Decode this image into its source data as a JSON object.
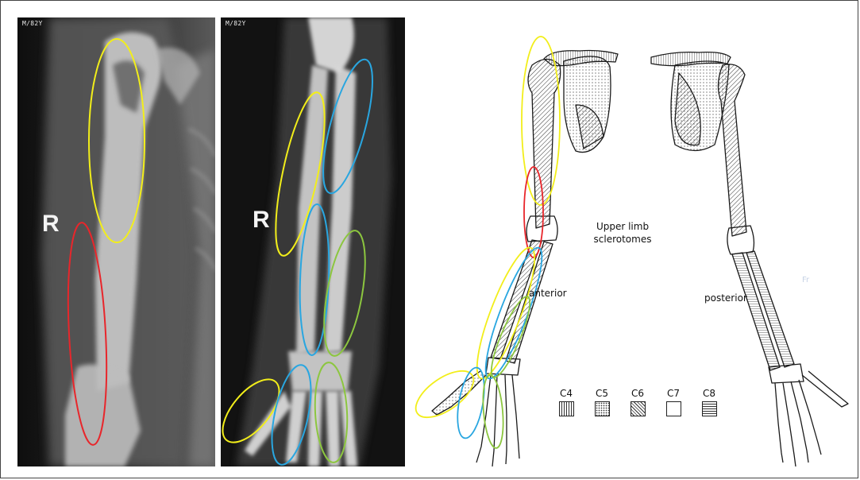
{
  "xray_left": {
    "patient_id": "M/82Y",
    "side_marker": "R"
  },
  "xray_right": {
    "patient_id": "M/82Y",
    "side_marker": "R"
  },
  "diagram": {
    "title": "Upper limb sclerotomes",
    "anterior_label": "anterior",
    "posterior_label": "posterior",
    "faint_text": "Fr",
    "legend": [
      {
        "label": "C4",
        "pattern": "vertical-lines"
      },
      {
        "label": "C5",
        "pattern": "dots"
      },
      {
        "label": "C6",
        "pattern": "diagonal-lines"
      },
      {
        "label": "C7",
        "pattern": "plain"
      },
      {
        "label": "C8",
        "pattern": "horizontal-lines"
      }
    ]
  },
  "annotation_colors": {
    "yellow": "#f2ee1a",
    "red": "#e8262b",
    "blue": "#29a6e0",
    "green": "#8cc63f"
  }
}
